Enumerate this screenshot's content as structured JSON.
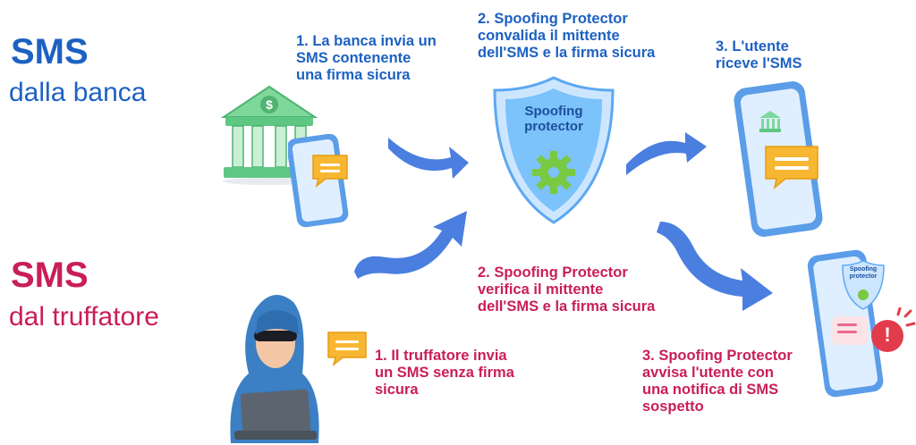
{
  "bank_section": {
    "title": "SMS",
    "subtitle": "dalla banca",
    "color": "#1d61c2"
  },
  "scammer_section": {
    "title": "SMS",
    "subtitle": "dal truffatore",
    "color": "#c91e57"
  },
  "steps": {
    "bank_sends": "1. La banca invia un\nSMS contenente\nuna firma sicura",
    "protector_validates": "2. Spoofing Protector\nconvalida il mittente\ndell'SMS e la firma sicura",
    "user_receives": "3. L'utente\nriceve l'SMS",
    "scammer_sends": "1. Il truffatore invia\nun SMS senza firma\nsicura",
    "protector_verifies": "2. Spoofing Protector\nverifica il mittente\ndell'SMS e la firma sicura",
    "protector_warns": "3. Spoofing Protector\navvisa l'utente con\nuna notifica di SMS\nsospetto"
  },
  "shield": {
    "label_line1": "Spoofing",
    "label_line2": "protector"
  },
  "warning_phone": {
    "badge_line1": "Spoofing",
    "badge_line2": "protector",
    "alert_symbol": "!"
  },
  "icons": {
    "bank": "bank-icon",
    "shield": "shield-icon",
    "gear": "gear-icon",
    "phone": "phone-icon",
    "message": "message-bubble-icon",
    "hacker": "hacker-icon",
    "warning": "warning-icon",
    "arrow": "arrow-icon"
  }
}
